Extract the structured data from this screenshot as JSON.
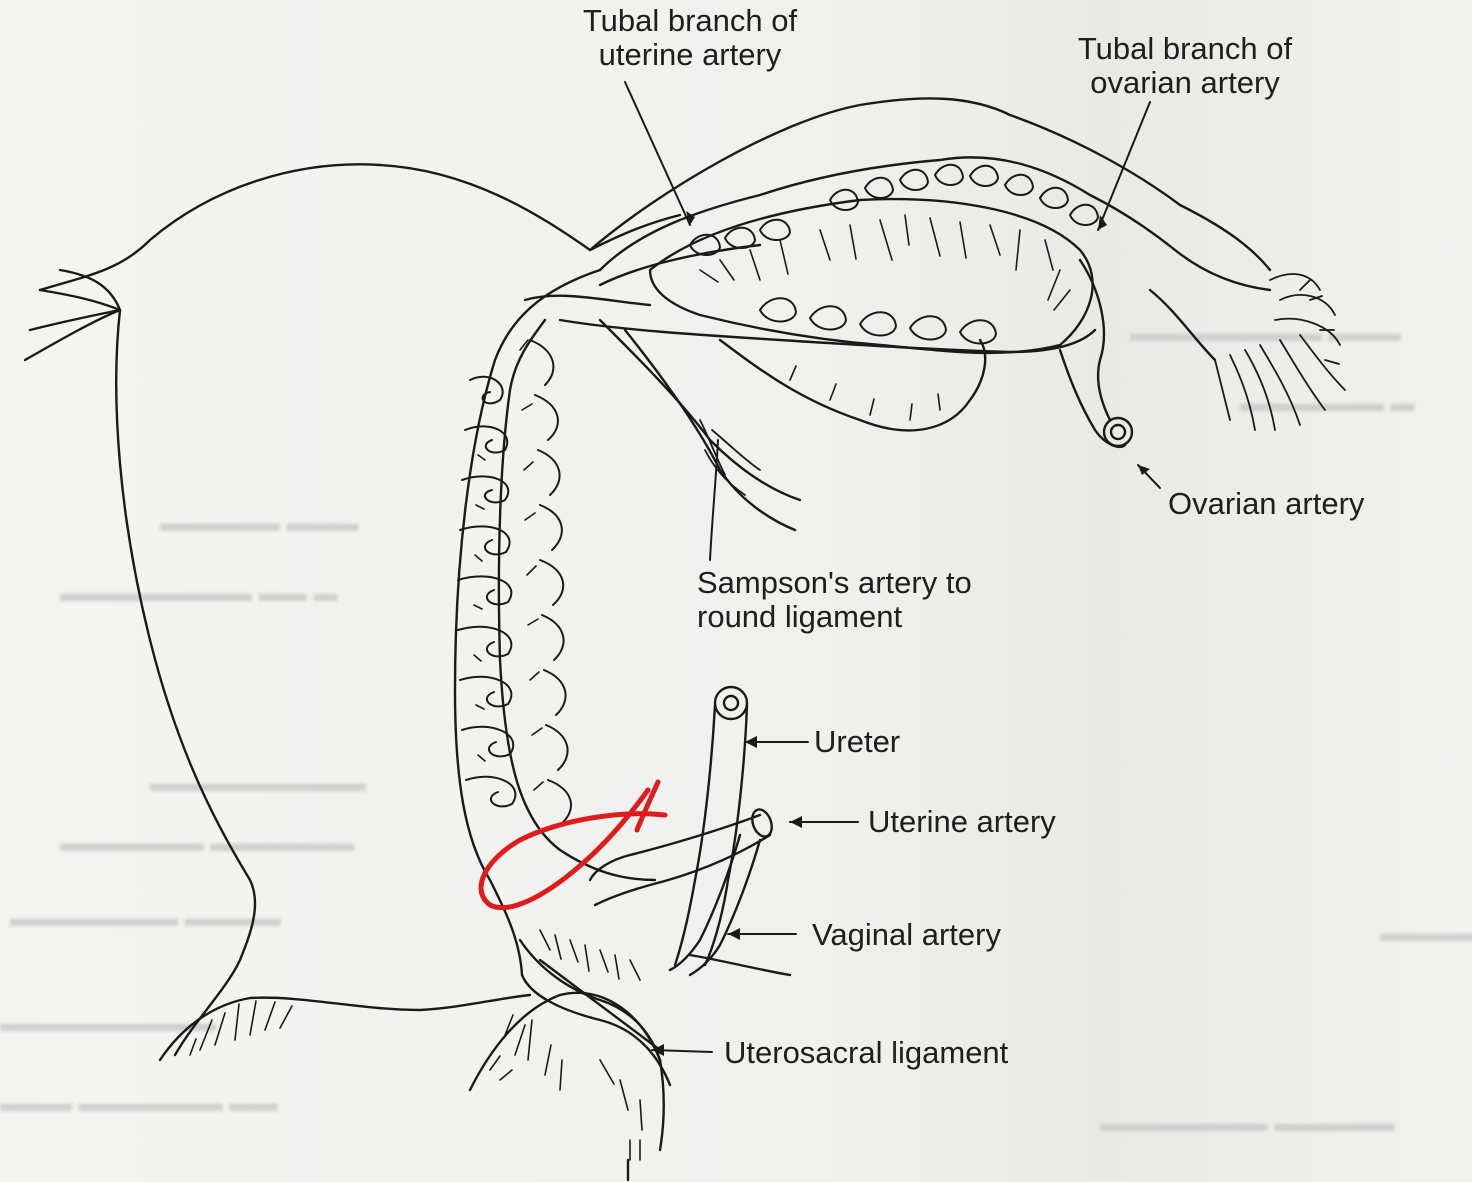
{
  "labels": {
    "tubal_uterine": [
      "Tubal branch of",
      "uterine artery"
    ],
    "tubal_ovarian": [
      "Tubal branch of",
      "ovarian artery"
    ],
    "ovarian_artery": "Ovarian artery",
    "sampson": [
      "Sampson's artery to",
      "round ligament"
    ],
    "ureter": "Ureter",
    "uterine_artery": "Uterine artery",
    "vaginal_artery": "Vaginal artery",
    "uterosacral": "Uterosacral ligament"
  },
  "colors": {
    "line": "#1a1a1a",
    "annotation": "#e01b1b",
    "background": "#f2f2f1"
  }
}
